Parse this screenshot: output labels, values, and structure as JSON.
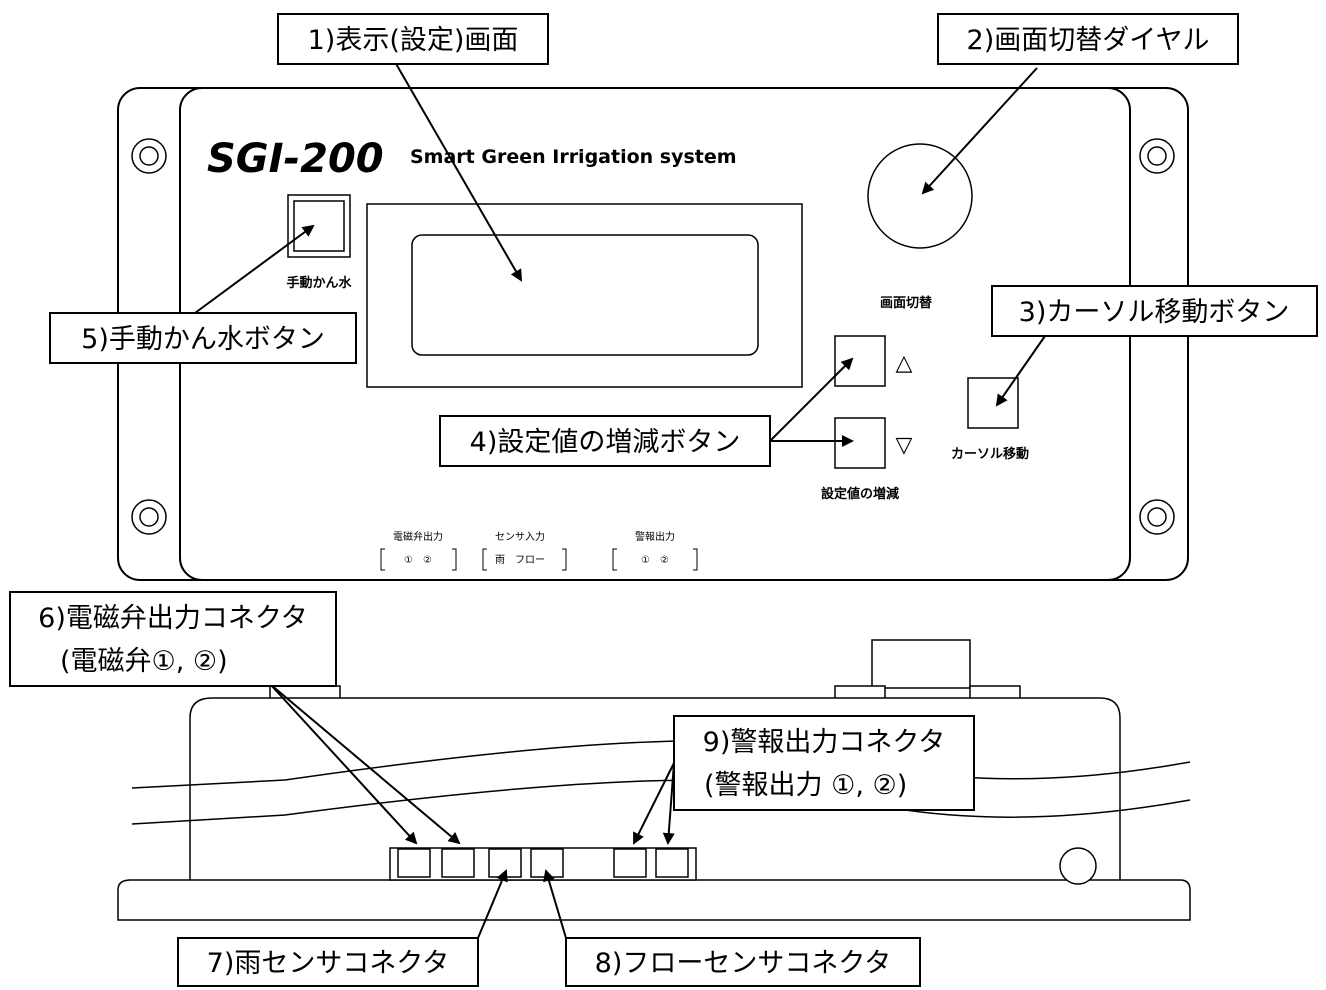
{
  "panel": {
    "product_name": "SGI-200",
    "tagline": "Smart Green Irrigation system",
    "manual_watering_label": "手動かん水",
    "screen_switch_label": "画面切替",
    "cursor_move_label": "カーソル移動",
    "value_adjust_label": "設定値の増減",
    "up_symbol": "△",
    "down_symbol": "▽",
    "connector_groups": [
      {
        "title": "電磁弁出力",
        "items": "①　②"
      },
      {
        "title": "センサ入力",
        "items": "雨　フロー"
      },
      {
        "title": "警報出力",
        "items": "①　②"
      }
    ]
  },
  "callouts": {
    "c1": "1)表示(設定)画面",
    "c2": "2)画面切替ダイヤル",
    "c3": "3)カーソル移動ボタン",
    "c4": "4)設定値の増減ボタン",
    "c5": "5)手動かん水ボタン",
    "c6_line1": "6)電磁弁出力コネクタ",
    "c6_line2": "(電磁弁①, ②)",
    "c7": "7)雨センサコネクタ",
    "c8": "8)フローセンサコネクタ",
    "c9_line1": "9)警報出力コネクタ",
    "c9_line2": "(警報出力 ①, ②)"
  }
}
